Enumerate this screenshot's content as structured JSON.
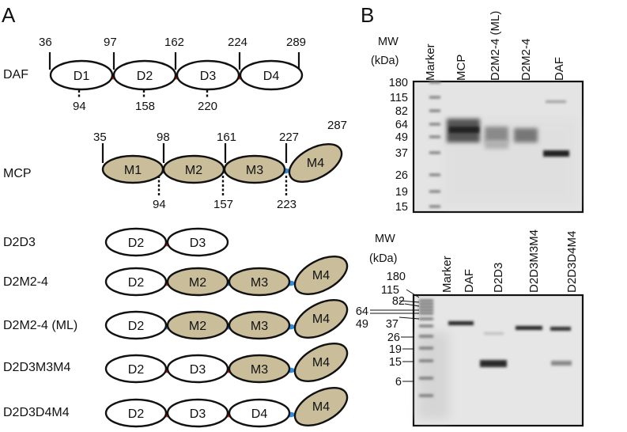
{
  "panel_a": {
    "panel_label": "A",
    "colors": {
      "daf_linker": "#e02020",
      "mcp_linker": "#2f8ee0",
      "mcp_fill": "#c9bd9a",
      "daf_fill": "#ffffff"
    },
    "constructs": [
      {
        "name": "DAF",
        "domains": [
          {
            "label": "D1",
            "type": "daf"
          },
          {
            "label": "D2",
            "type": "daf"
          },
          {
            "label": "D3",
            "type": "daf"
          },
          {
            "label": "D4",
            "type": "daf"
          }
        ],
        "linkers": [
          "daf",
          "daf",
          "daf"
        ],
        "top_numbers": [
          "36",
          "97",
          "162",
          "224",
          "289"
        ],
        "bottom_numbers": [
          "94",
          "158",
          "220"
        ]
      },
      {
        "name": "MCP",
        "domains": [
          {
            "label": "M1",
            "type": "mcp"
          },
          {
            "label": "M2",
            "type": "mcp"
          },
          {
            "label": "M3",
            "type": "mcp"
          },
          {
            "label": "M4",
            "type": "mcp"
          }
        ],
        "linkers": [
          "mcp",
          "mcp",
          "mcp"
        ],
        "top_numbers": [
          "35",
          "98",
          "161",
          "227",
          "287"
        ],
        "bottom_numbers": [
          "94",
          "157",
          "223"
        ]
      },
      {
        "name": "D2D3",
        "domains": [
          {
            "label": "D2",
            "type": "daf"
          },
          {
            "label": "D3",
            "type": "daf"
          }
        ],
        "linkers": [
          "daf"
        ]
      },
      {
        "name": "D2M2-4",
        "domains": [
          {
            "label": "D2",
            "type": "daf"
          },
          {
            "label": "M2",
            "type": "mcp"
          },
          {
            "label": "M3",
            "type": "mcp"
          },
          {
            "label": "M4",
            "type": "mcp"
          }
        ],
        "linkers": [
          "daf",
          "mcp",
          "mcp"
        ]
      },
      {
        "name": "D2M2-4 (ML)",
        "domains": [
          {
            "label": "D2",
            "type": "daf"
          },
          {
            "label": "M2",
            "type": "mcp"
          },
          {
            "label": "M3",
            "type": "mcp"
          },
          {
            "label": "M4",
            "type": "mcp"
          }
        ],
        "linkers": [
          "mcp",
          "mcp",
          "mcp"
        ]
      },
      {
        "name": "D2D3M3M4",
        "domains": [
          {
            "label": "D2",
            "type": "daf"
          },
          {
            "label": "D3",
            "type": "daf"
          },
          {
            "label": "M3",
            "type": "mcp"
          },
          {
            "label": "M4",
            "type": "mcp"
          }
        ],
        "linkers": [
          "daf",
          "daf",
          "mcp"
        ]
      },
      {
        "name": "D2D3D4M4",
        "domains": [
          {
            "label": "D2",
            "type": "daf"
          },
          {
            "label": "D3",
            "type": "daf"
          },
          {
            "label": "D4",
            "type": "daf"
          },
          {
            "label": "M4",
            "type": "mcp"
          }
        ],
        "linkers": [
          "daf",
          "daf",
          "mcp"
        ]
      }
    ]
  },
  "panel_b": {
    "panel_label": "B",
    "gel_top": {
      "mw_title": [
        "MW",
        "(kDa)"
      ],
      "markers": [
        "180",
        "115",
        "82",
        "64",
        "49",
        "37",
        "26",
        "19",
        "15"
      ],
      "lanes": [
        "Marker",
        "MCP",
        "D2M2-4 (ML)",
        "D2M2-4",
        "DAF"
      ]
    },
    "gel_bottom": {
      "mw_title": [
        "MW",
        "(kDa)"
      ],
      "markers": [
        "180",
        "115",
        "82",
        "64",
        "49",
        "37",
        "26",
        "19",
        "15",
        "6"
      ],
      "lanes": [
        "Marker",
        "DAF",
        "D2D3",
        "D2D3M3M4",
        "D2D3D4M4"
      ]
    }
  }
}
